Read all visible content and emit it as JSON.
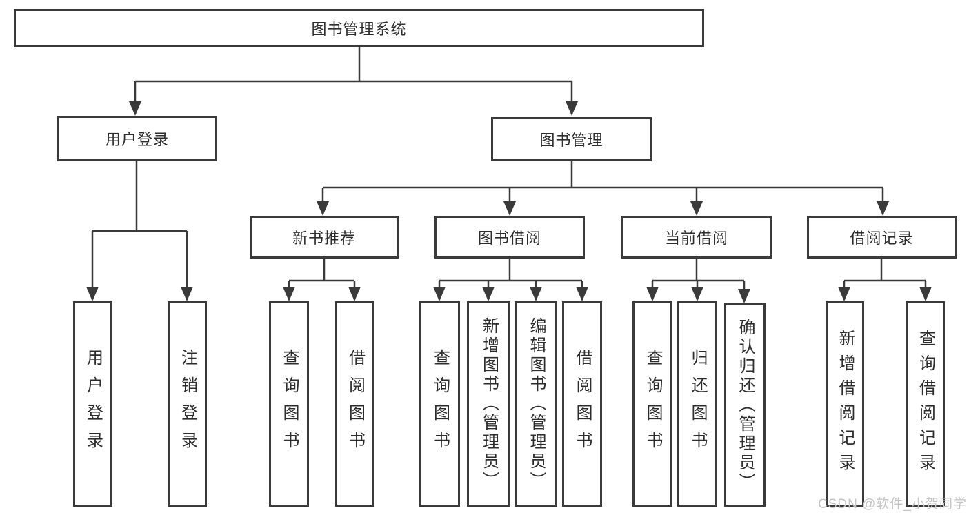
{
  "tree": {
    "root": {
      "label": "图书管理系统"
    },
    "branches": [
      {
        "label": "用户登录",
        "children": [
          {
            "label": "用户登录"
          },
          {
            "label": "注销登录"
          }
        ]
      },
      {
        "label": "图书管理",
        "children": [
          {
            "label": "新书推荐",
            "children": [
              {
                "label": "查询图书"
              },
              {
                "label": "借阅图书"
              }
            ]
          },
          {
            "label": "图书借阅",
            "children": [
              {
                "label": "查询图书"
              },
              {
                "label": "新增图书（管理员）"
              },
              {
                "label": "编辑图书（管理员）"
              },
              {
                "label": "借阅图书"
              }
            ]
          },
          {
            "label": "当前借阅",
            "children": [
              {
                "label": "查询图书"
              },
              {
                "label": "归还图书"
              },
              {
                "label": "确认归还（管理员）"
              }
            ]
          },
          {
            "label": "借阅记录",
            "children": [
              {
                "label": "新增借阅记录"
              },
              {
                "label": "查询借阅记录"
              }
            ]
          }
        ]
      }
    ]
  },
  "watermark": "CSDN @软件_小贺同学",
  "colors": {
    "line": "#3a3a3a",
    "text": "#2d2d2d",
    "watermark": "#c4c4c4"
  }
}
